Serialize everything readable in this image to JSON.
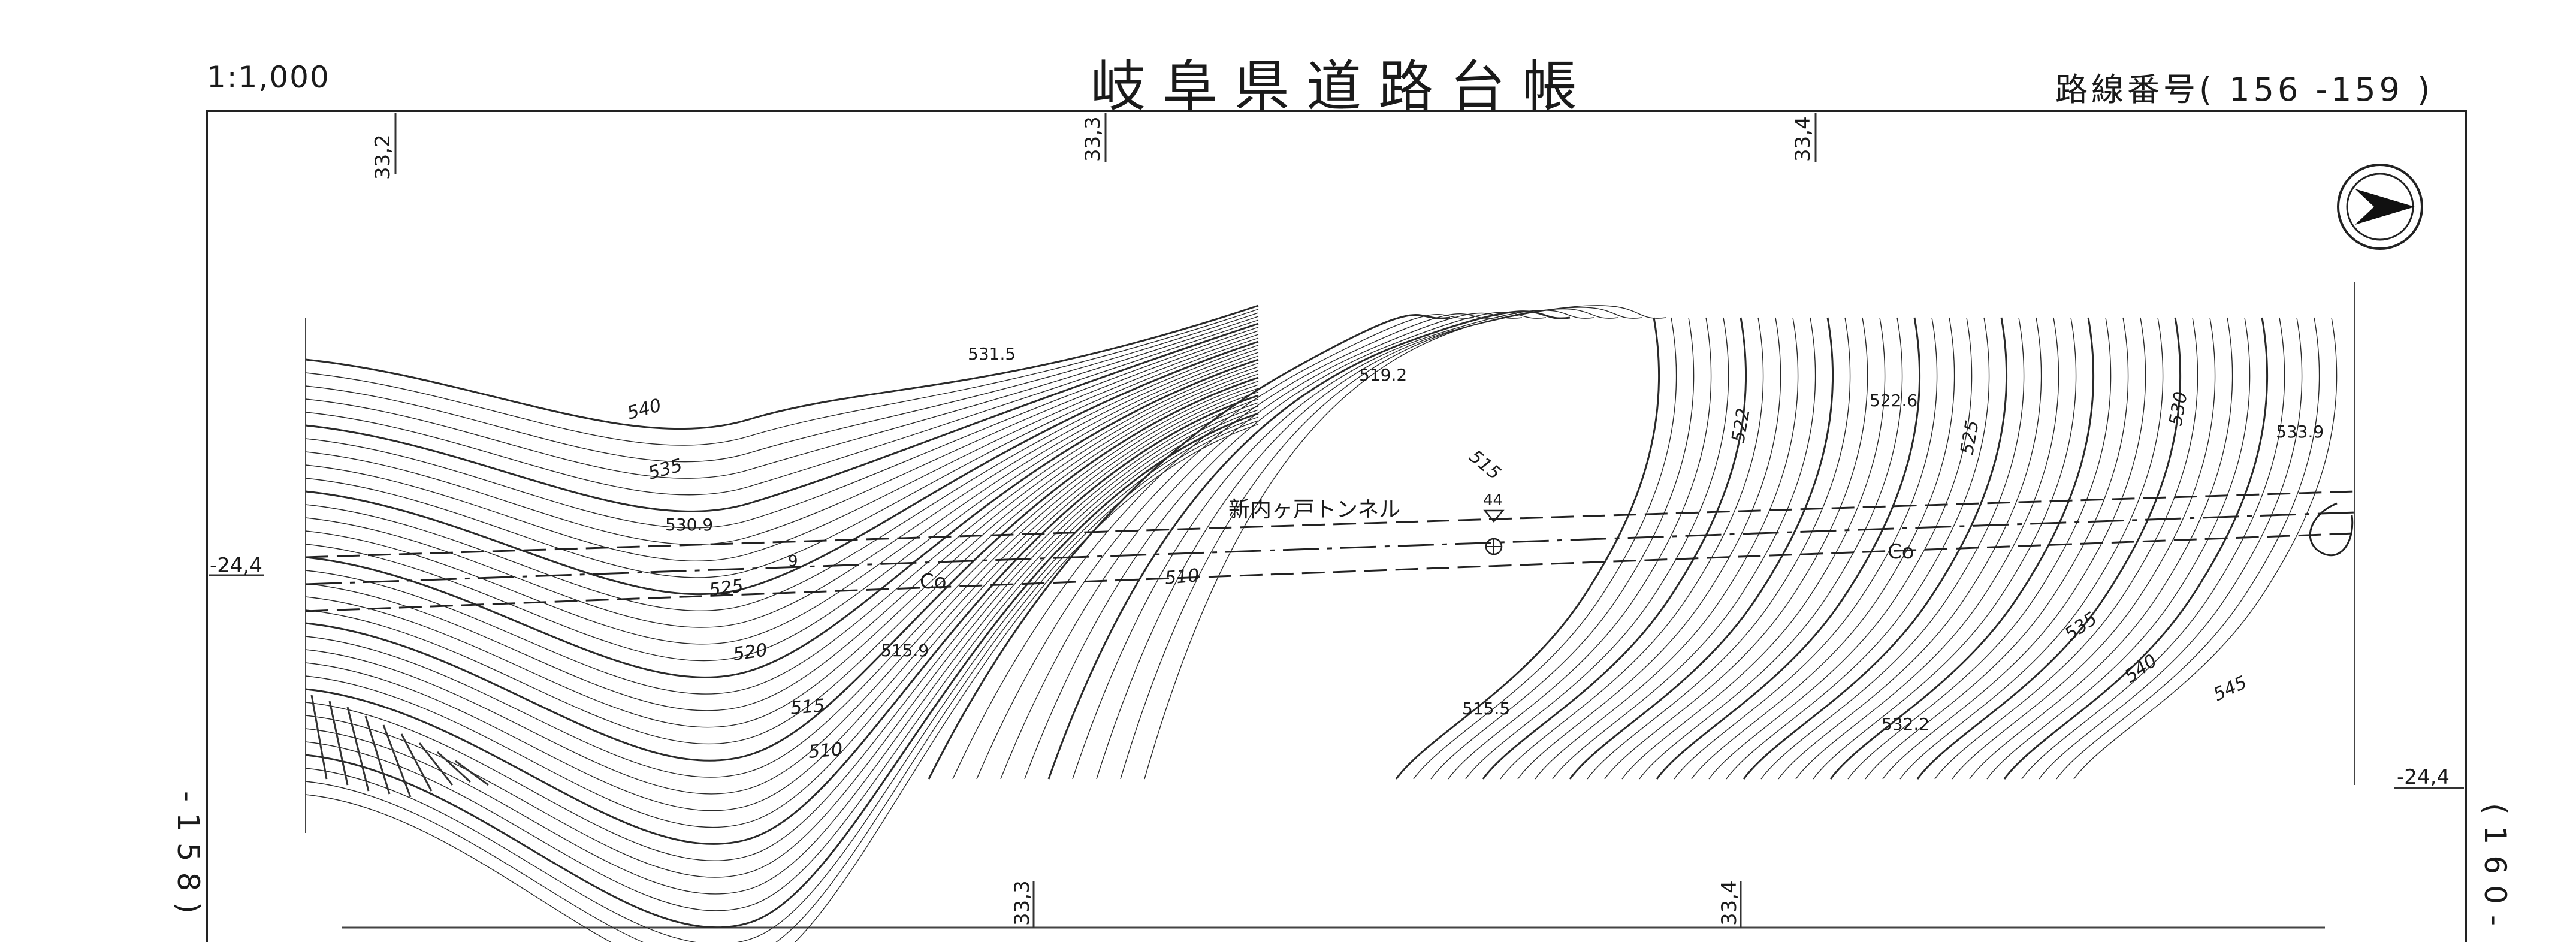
{
  "header": {
    "scale": "1:1,000",
    "title": "岐阜県道路台帳",
    "route_number": "路線番号( 156 -159 )"
  },
  "side_labels": {
    "left": "-158)",
    "right": "(160-"
  },
  "grid": {
    "top_ticks": [
      "33,2",
      "33,3",
      "33,4"
    ],
    "bottom_ticks": [
      "33,3",
      "33,4"
    ],
    "left_tick": "-24,4",
    "right_tick": "-24,4"
  },
  "map": {
    "tunnel_name": "新内ヶ戸トンネル",
    "surface_labels": [
      "Co",
      "Co"
    ],
    "station_label": "9",
    "benchmark_label": "44",
    "spot_heights": [
      "531.5",
      "519.2",
      "522.6",
      "533.9",
      "530.9",
      "515.9",
      "515.5",
      "532.2"
    ],
    "contour_labels": [
      "540",
      "535",
      "525",
      "520",
      "515",
      "510",
      "510",
      "515",
      "522",
      "525",
      "530",
      "535",
      "540",
      "545"
    ]
  },
  "north_arrow": {
    "icon": "north-arrow-icon"
  }
}
